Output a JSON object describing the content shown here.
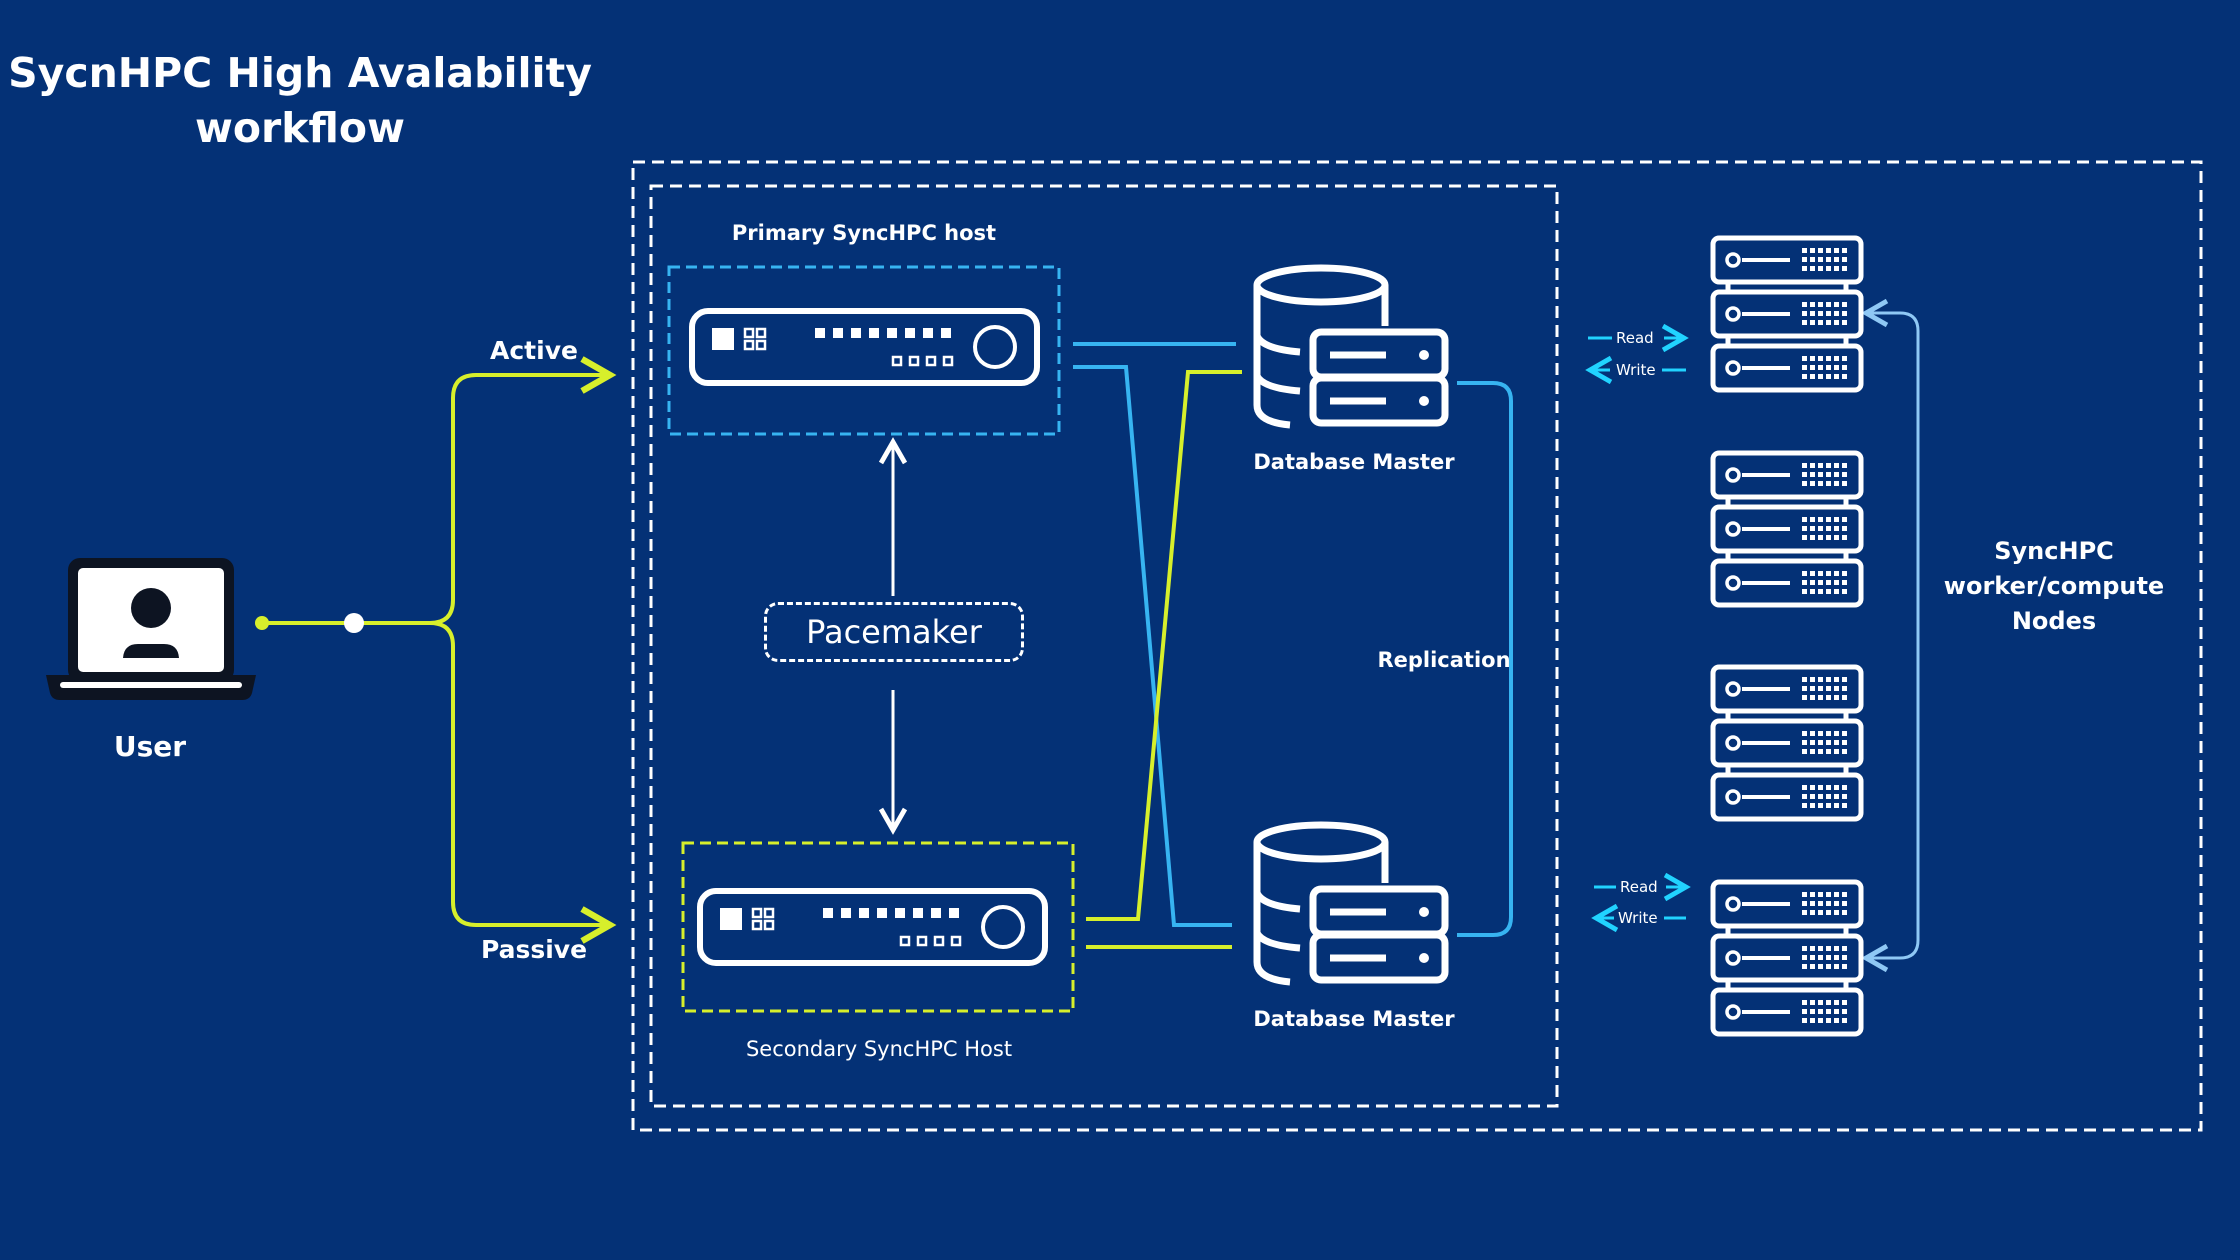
{
  "title": {
    "line1": "SycnHPC High Avalability",
    "line2": "workflow"
  },
  "user": {
    "label": "User"
  },
  "paths": {
    "active_label": "Active",
    "passive_label": "Passive"
  },
  "hosts": {
    "primary_label": "Primary SyncHPC host",
    "secondary_label": "Secondary SyncHPC Host",
    "pacemaker_label": "Pacemaker"
  },
  "databases": {
    "top_label": "Database Master",
    "bottom_label": "Database Master",
    "replication_label": "Replication"
  },
  "io": {
    "top_read": "Read",
    "top_write": "Write",
    "bottom_read": "Read",
    "bottom_write": "Write"
  },
  "nodes": {
    "label_line1": "SyncHPC",
    "label_line2": "worker/compute",
    "label_line3": "Nodes"
  },
  "colors": {
    "background": "#043176",
    "active": "#d7ef2b",
    "primary_link": "#37b4f1",
    "secondary_link": "#d7ef2b",
    "read_arrow": "#21d3ff",
    "nodes_bracket": "#8fc8f5",
    "white": "#ffffff"
  }
}
